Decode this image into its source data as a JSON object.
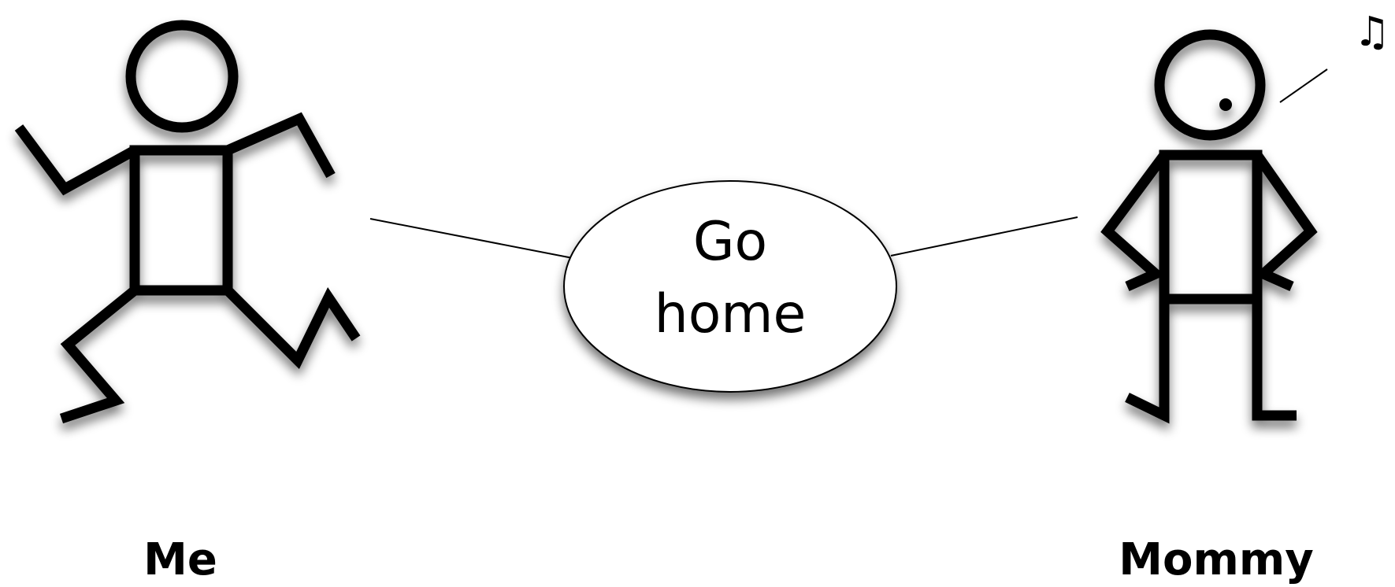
{
  "diagram": {
    "type": "use-case",
    "actors": [
      {
        "id": "me",
        "label": "Me"
      },
      {
        "id": "mommy",
        "label": "Mommy"
      }
    ],
    "use_case": {
      "line1": "Go",
      "line2": "home"
    },
    "associations": [
      {
        "from": "me",
        "to": "use_case"
      },
      {
        "from": "mommy",
        "to": "use_case"
      }
    ],
    "decoration": {
      "music_note": "♫"
    }
  },
  "colors": {
    "background": "#ffffff",
    "ink": "#000000",
    "ellipse_fill": "#ffffff"
  },
  "icons": [
    "stick-figure-dancing-icon",
    "stick-figure-standing-icon",
    "music-note-icon"
  ]
}
